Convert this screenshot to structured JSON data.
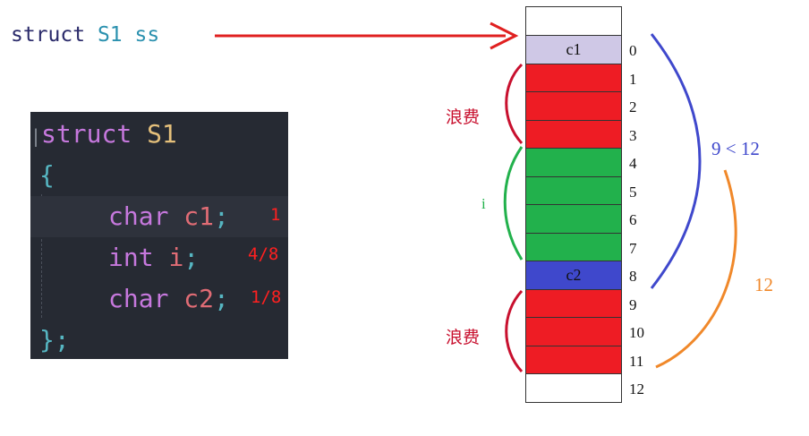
{
  "declaration": {
    "keyword": "struct",
    "type": "S1",
    "var": "ss"
  },
  "code": {
    "line1_kw": "struct",
    "line1_name": "S1",
    "open_brace": "{",
    "fields": [
      {
        "type": "char",
        "name": "c1",
        "punc": ";",
        "note": "1"
      },
      {
        "type": "int",
        "name": "i",
        "punc": ";",
        "note": "4/8"
      },
      {
        "type": "char",
        "name": "c2",
        "punc": ";",
        "note": "1/8"
      }
    ],
    "close": "};"
  },
  "memory": {
    "cells": [
      {
        "label": "",
        "color": "#ffffff"
      },
      {
        "label": "c1",
        "color": "#cfc8e6"
      },
      {
        "label": "",
        "color": "#ee1c24"
      },
      {
        "label": "",
        "color": "#ee1c24"
      },
      {
        "label": "",
        "color": "#ee1c24"
      },
      {
        "label": "",
        "color": "#22b14c"
      },
      {
        "label": "",
        "color": "#22b14c"
      },
      {
        "label": "",
        "color": "#22b14c"
      },
      {
        "label": "",
        "color": "#22b14c"
      },
      {
        "label": "c2",
        "color": "#3f48cc"
      },
      {
        "label": "",
        "color": "#ee1c24"
      },
      {
        "label": "",
        "color": "#ee1c24"
      },
      {
        "label": "",
        "color": "#ee1c24"
      },
      {
        "label": "",
        "color": "#ffffff"
      }
    ],
    "offsets": [
      "0",
      "1",
      "2",
      "3",
      "4",
      "5",
      "6",
      "7",
      "8",
      "9",
      "10",
      "11",
      "12"
    ]
  },
  "labels": {
    "waste_top": "浪费",
    "i_label": "i",
    "waste_bottom": "浪费",
    "compare": "9 < 12",
    "total": "12"
  },
  "colors": {
    "arrow": "#e02020",
    "waste_brace": "#c8102e",
    "i_brace": "#22b14c",
    "blue_brace": "#3f48cc",
    "orange_brace": "#f0882a"
  }
}
